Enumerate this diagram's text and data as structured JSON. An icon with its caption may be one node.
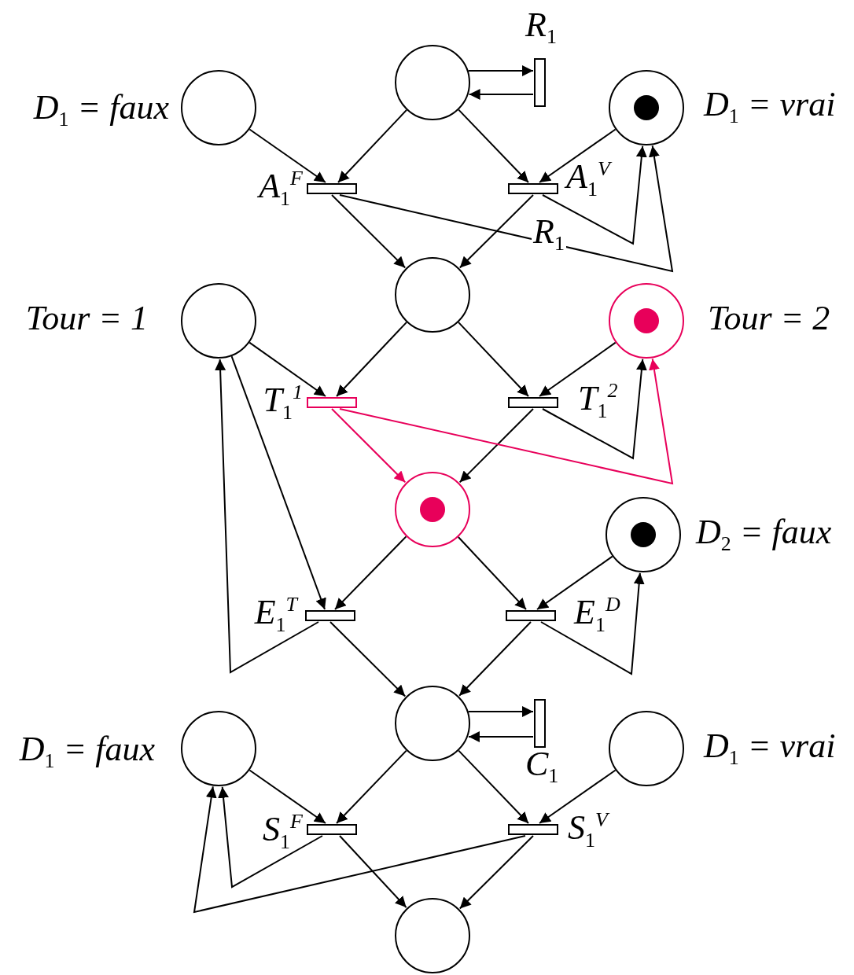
{
  "diagram": {
    "nodes": [
      {
        "text": [],
        "shape": "circle"
      },
      {
        "text": [],
        "shape": "bar",
        "beside": [
          "R$_{1}$"
        ]
      },
      {
        "text": [],
        "shape": "circle",
        "beside": [
          "D$_{1}$ = faux"
        ]
      },
      {
        "text": [],
        "shape": "circle",
        "beside": [
          "D$_{1}$ = vrai"
        ]
      },
      {
        "text": [],
        "shape": "circle",
        "in": 3
      },
      {
        "text": [],
        "shape": "bar",
        "beside": [
          "A$_{1}$$^{F}$"
        ]
      },
      {
        "text": [],
        "shape": "bar",
        "beside": [
          "A$_{1}$$^{V}$"
        ]
      },
      {
        "text": [],
        "shape": "circle"
      },
      {
        "text": [],
        "shape": "circle",
        "beside": [
          "Tour = 1"
        ]
      },
      {
        "text": [],
        "shape": "circle",
        "beside": [
          "Tour = 2"
        ]
      },
      {
        "text": [],
        "shape": "circle",
        "in": 9
      },
      {
        "text": [],
        "shape": "bar",
        "beside": [
          "T$_{1}$$^{1}$"
        ]
      },
      {
        "text": [],
        "shape": "bar",
        "beside": [
          "T$_{1}$$^{2}$"
        ]
      },
      {
        "text": [],
        "shape": "circle"
      },
      {
        "text": [],
        "shape": "circle",
        "in": 13
      },
      {
        "text": [],
        "shape": "circle",
        "beside": [
          "D$_{2}$ = faux"
        ]
      },
      {
        "text": [],
        "shape": "circle",
        "in": 15
      },
      {
        "text": [],
        "shape": "bar",
        "beside": [
          "E$_{1}$$^{T}$"
        ]
      },
      {
        "text": [],
        "shape": "bar",
        "beside": [
          "E$_{1}$$^{D}$"
        ]
      },
      {
        "text": [],
        "shape": "circle"
      },
      {
        "text": [],
        "shape": "bar",
        "beside": [
          "C$_{1}$"
        ]
      },
      {
        "text": [],
        "shape": "circle",
        "beside": [
          "D$_{1}$ = faux"
        ]
      },
      {
        "text": [],
        "shape": "circle",
        "beside": [
          "D$_{1}$ = vrai"
        ]
      },
      {
        "text": [],
        "shape": "bar",
        "beside": [
          "S$_{1}$$^{F}$"
        ]
      },
      {
        "text": [],
        "shape": "bar",
        "beside": [
          "S$_{1}$$^{V}$"
        ]
      },
      {
        "text": [],
        "shape": "circle"
      }
    ],
    "edges": [
      {
        "from": 0,
        "to": 1,
        "arrow": "to"
      },
      {
        "from": 1,
        "to": 0,
        "arrow": "to"
      },
      {
        "from": 0,
        "to": 5,
        "arrow": "to"
      },
      {
        "from": 0,
        "to": 6,
        "arrow": "to"
      },
      {
        "from": 2,
        "to": 5,
        "arrow": "to"
      },
      {
        "from": 3,
        "to": 6,
        "arrow": "to"
      },
      {
        "from": 5,
        "to": 7,
        "arrow": "to"
      },
      {
        "from": 6,
        "to": 7,
        "arrow": "to"
      },
      {
        "from": 6,
        "to": 3,
        "arrow": "to"
      },
      {
        "from": 5,
        "to": 3,
        "arrow": "to"
      },
      {
        "from": 7,
        "to": 11,
        "arrow": "to"
      },
      {
        "from": 7,
        "to": 12,
        "arrow": "to"
      },
      {
        "from": 8,
        "to": 11,
        "arrow": "to"
      },
      {
        "from": 9,
        "to": 12,
        "arrow": "to"
      },
      {
        "from": 11,
        "to": 13,
        "arrow": "to",
        "color": "#e8005a"
      },
      {
        "from": 12,
        "to": 13,
        "arrow": "to"
      },
      {
        "from": 12,
        "to": 9,
        "arrow": "to"
      },
      {
        "from": 11,
        "to": 9,
        "arrow": "to",
        "color": "#e8005a"
      },
      {
        "from": 8,
        "to": 17,
        "arrow": "to"
      },
      {
        "from": 17,
        "to": 8,
        "arrow": "to"
      },
      {
        "from": 13,
        "to": 17,
        "arrow": "to"
      },
      {
        "from": 13,
        "to": 18,
        "arrow": "to"
      },
      {
        "from": 15,
        "to": 18,
        "arrow": "to"
      },
      {
        "from": 18,
        "to": 15,
        "arrow": "to"
      },
      {
        "from": 17,
        "to": 19,
        "arrow": "to"
      },
      {
        "from": 18,
        "to": 19,
        "arrow": "to"
      },
      {
        "from": 19,
        "to": 20,
        "arrow": "to"
      },
      {
        "from": 20,
        "to": 19,
        "arrow": "to"
      },
      {
        "from": 19,
        "to": 23,
        "arrow": "to"
      },
      {
        "from": 19,
        "to": 24,
        "arrow": "to"
      },
      {
        "from": 21,
        "to": 23,
        "arrow": "to"
      },
      {
        "from": 22,
        "to": 24,
        "arrow": "to"
      },
      {
        "from": 23,
        "to": 21,
        "arrow": "to"
      },
      {
        "from": 24,
        "to": 21,
        "arrow": "to"
      },
      {
        "from": 23,
        "to": 25,
        "arrow": "to"
      },
      {
        "from": 24,
        "to": 25,
        "arrow": "to"
      }
    ],
    "labels": [
      "R$_{1}$"
    ]
  }
}
